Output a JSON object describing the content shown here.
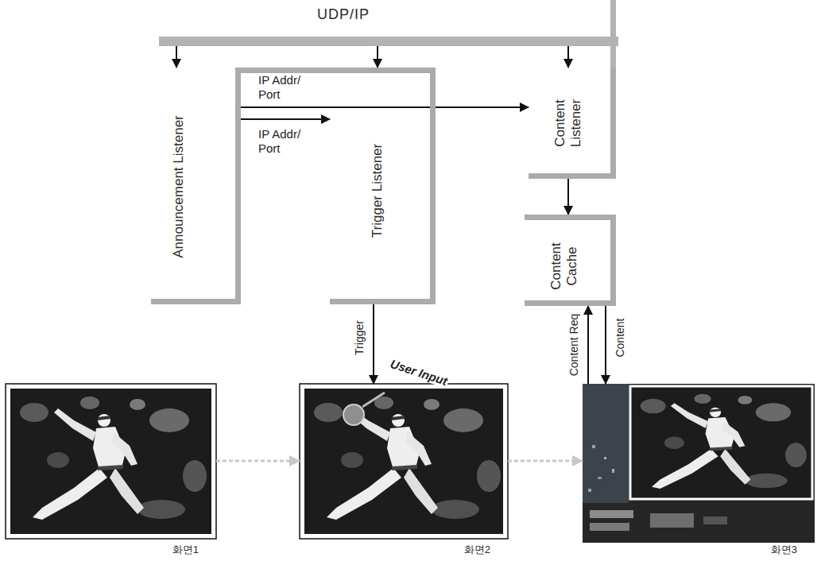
{
  "diagram": {
    "nodes": [
      {
        "text": [
          "UDP/IP"
        ]
      },
      {
        "text": [
          "Announcement Listener"
        ]
      },
      {
        "text": [
          "Trigger Listener"
        ]
      },
      {
        "text": [
          "Content Listener"
        ]
      },
      {
        "text": [
          "Content Cache"
        ]
      },
      {
        "text": [
          "화면1"
        ]
      },
      {
        "text": [
          "화면2"
        ]
      },
      {
        "text": [
          "화면3"
        ]
      }
    ],
    "edges": [
      {
        "from": 0,
        "to": 1,
        "arrow": "to"
      },
      {
        "from": 0,
        "to": 2,
        "arrow": "to"
      },
      {
        "from": 0,
        "to": 3,
        "arrow": "to"
      },
      {
        "from": 1,
        "to": 3,
        "label": "IP Addr/ Port",
        "arrow": "to"
      },
      {
        "from": 1,
        "to": 2,
        "label": "IP Addr/ Port",
        "arrow": "to"
      },
      {
        "from": 3,
        "to": 4,
        "arrow": "to"
      },
      {
        "from": 2,
        "to": 6,
        "label": "Trigger",
        "arrow": "to"
      },
      {
        "from": 7,
        "to": 4,
        "label": "Content Req",
        "arrow": "to"
      },
      {
        "from": 4,
        "to": 7,
        "label": "Content",
        "arrow": "to"
      },
      {
        "from": 5,
        "to": 6,
        "arrow": "to"
      },
      {
        "from": 6,
        "to": 7,
        "arrow": "to"
      }
    ],
    "labels": [
      "User Input"
    ]
  }
}
